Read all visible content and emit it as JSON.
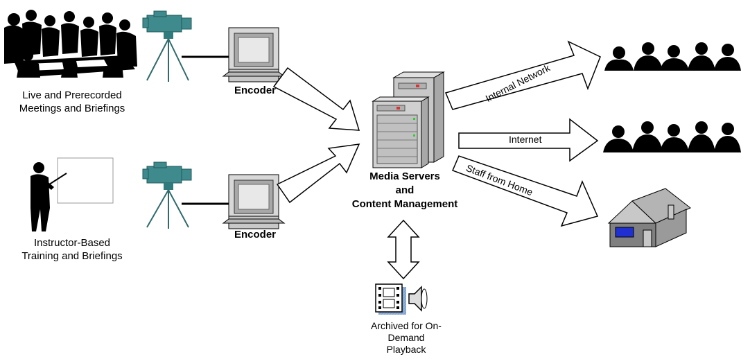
{
  "sources": [
    {
      "label_lines": [
        "Live and Prerecorded",
        "Meetings and Briefings"
      ],
      "icon": "meeting-people-icon"
    },
    {
      "label_lines": [
        "Instructor-Based",
        "Training and Briefings"
      ],
      "icon": "instructor-icon"
    }
  ],
  "encoders": [
    {
      "label": "Encoder",
      "icon": "encoder-computer-icon"
    },
    {
      "label": "Encoder",
      "icon": "encoder-computer-icon"
    }
  ],
  "servers": {
    "label_lines": [
      "Media Servers",
      "and",
      "Content Management"
    ],
    "icon": "server-tower-icon"
  },
  "destinations": [
    {
      "label": "Internal Network",
      "icon": "audience-silhouettes-icon"
    },
    {
      "label": "Internet",
      "icon": "audience-silhouettes-icon"
    },
    {
      "label": "Staff from Home",
      "icon": "house-icon"
    }
  ],
  "archive": {
    "label_lines": [
      "Archived for On-",
      "Demand",
      "Playback"
    ],
    "icon": "media-film-speaker-icon"
  },
  "colors": {
    "camera": "#3f8a8c",
    "server": "#c8c8c8",
    "house_wall": "#808080",
    "house_roof": "#b4b4b4",
    "window": "#1f2fd0"
  }
}
